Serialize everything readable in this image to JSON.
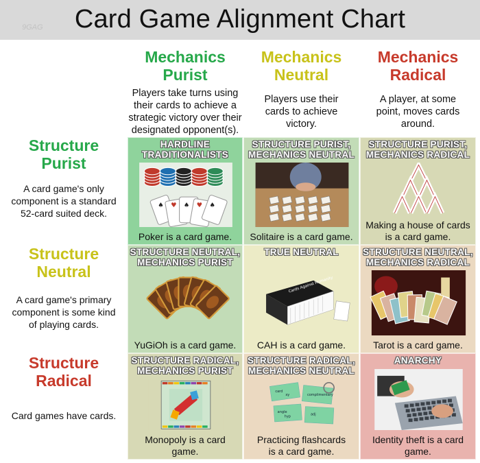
{
  "header": {
    "title": "Card Game Alignment Chart",
    "watermark": "9GAG"
  },
  "columns": [
    {
      "head_line1": "Mechanics",
      "head_line2": "Purist",
      "color": "#26a84a",
      "desc": [
        "Players take turns using",
        "their cards to achieve a",
        "strategic victory over their",
        "designated opponent(s)."
      ]
    },
    {
      "head_line1": "Mechanics",
      "head_line2": "Neutral",
      "color": "#c8c21a",
      "desc": [
        "Players use their",
        "cards to achieve",
        "victory."
      ]
    },
    {
      "head_line1": "Mechanics",
      "head_line2": "Radical",
      "color": "#c73a2b",
      "desc": [
        "A player, at some",
        "point, moves cards",
        "around."
      ]
    }
  ],
  "rows": [
    {
      "head_line1": "Structure",
      "head_line2": "Purist",
      "color": "#26a84a",
      "desc": [
        "A card game's only",
        "component is a standard",
        "52-card suited deck."
      ]
    },
    {
      "head_line1": "Structure",
      "head_line2": "Neutral",
      "color": "#c8c21a",
      "desc": [
        "A card game's primary",
        "component is some kind",
        "of playing cards."
      ]
    },
    {
      "head_line1": "Structure",
      "head_line2": "Radical",
      "color": "#c73a2b",
      "desc": [
        "Card games have cards."
      ]
    }
  ],
  "cells": [
    {
      "label": [
        "HARDLINE",
        "TRADITIONALISTS"
      ],
      "caption": [
        "Poker is a card game."
      ],
      "bg": "#8fd39c",
      "image": "poker-chips-cards-image"
    },
    {
      "label": [
        "STRUCTURE PURIST,",
        "MECHANICS NEUTRAL"
      ],
      "caption": [
        "Solitaire is a card game."
      ],
      "bg": "#c2dcb7",
      "image": "solitaire-table-image"
    },
    {
      "label": [
        "STRUCTURE PURIST,",
        "MECHANICS RADICAL"
      ],
      "caption": [
        "Making a house of cards",
        "is a card game."
      ],
      "bg": "#d7d9b5",
      "image": "house-of-cards-image"
    },
    {
      "label": [
        "STRUCTURE NEUTRAL,",
        "MECHANICS PURIST"
      ],
      "caption": [
        "YuGiOh is a card game."
      ],
      "bg": "#c2dcb7",
      "image": "yugioh-cards-image"
    },
    {
      "label": [
        "TRUE NEUTRAL"
      ],
      "caption": [
        "CAH is a card game."
      ],
      "bg": "#ecebc6",
      "image": "cards-against-humanity-box-image"
    },
    {
      "label": [
        "STRUCTURE NEUTRAL,",
        "MECHANICS RADICAL"
      ],
      "caption": [
        "Tarot is a card game."
      ],
      "bg": "#ebd9c1",
      "image": "tarot-cards-image"
    },
    {
      "label": [
        "STRUCTURE RADICAL,",
        "MECHANICS PURIST"
      ],
      "caption": [
        "Monopoly is a card",
        "game."
      ],
      "bg": "#d7d9b5",
      "image": "monopoly-board-image"
    },
    {
      "label": [
        "STRUCTURE RADICAL,",
        "MECHANICS NEUTRAL"
      ],
      "caption": [
        "Practicing flashcards",
        "is a card game."
      ],
      "bg": "#ebd9c1",
      "image": "flashcards-image"
    },
    {
      "label": [
        "ANARCHY"
      ],
      "caption": [
        "Identity theft is a card",
        "game."
      ],
      "bg": "#e9b3ae",
      "image": "credit-card-laptop-image"
    }
  ],
  "pictures": {
    "flashcard_texts": [
      "card",
      "xy",
      "complimentary",
      "angle",
      "hyp",
      "adj"
    ],
    "cah_box_text": "Cards Against Humanity"
  }
}
